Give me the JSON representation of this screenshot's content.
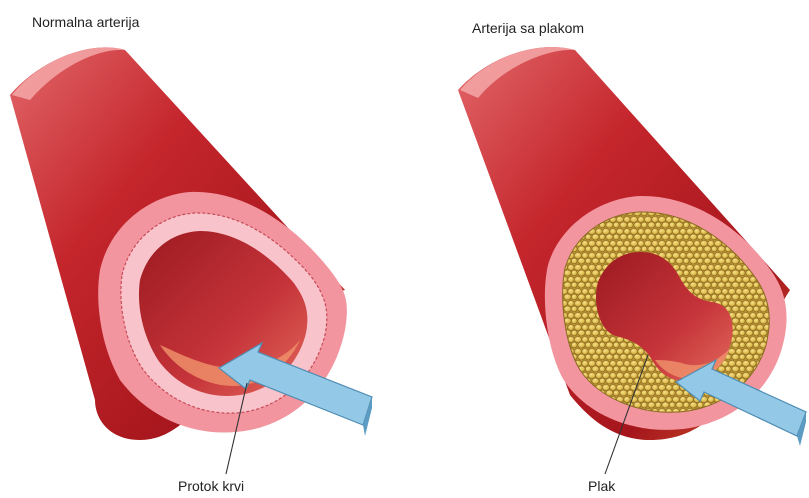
{
  "titles": {
    "normal": "Normalna arterija",
    "plaque": "Arterija sa plakom"
  },
  "callouts": {
    "blood_flow": "Protok krvi",
    "plaque": "Plak"
  },
  "colors": {
    "artery_dark": "#a5161c",
    "artery_mid": "#d22f33",
    "artery_light": "#e56a6b",
    "wall_pink": "#f6a3ab",
    "inner_pink": "#f7b9c1",
    "lumen_red": "#b8242a",
    "plaque_yellow": "#e2c255",
    "plaque_dark": "#b0892a",
    "arrow_blue": "#8fc7e6",
    "arrow_edge": "#4f8db3"
  }
}
